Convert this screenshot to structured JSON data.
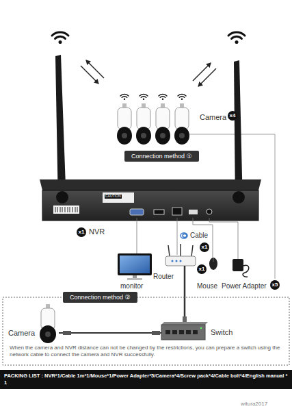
{
  "diagram": {
    "nodes": [
      {
        "text": [
          "Connection method ①"
        ]
      },
      {
        "text": [
          "Connection method ②"
        ]
      },
      {
        "text": [
          "PACKING LIST : NVR*1/Cable 1m*1/Mouse*1/Power Adapter*5/Camera*4/Screw pack*4/Cable bolt*4/English manual * 1"
        ]
      }
    ],
    "labels": [
      "Camera",
      "x4",
      "x1",
      "NVR",
      "Cable",
      "x1",
      "monitor",
      "Router",
      "x1",
      "Mouse",
      "Power Adapter",
      "x5",
      "Camera",
      "Switch",
      "When the camera and NVR distance can not be changed by the restrictions, you can prepare a switch using the network cable to connect the camera and NVR successfully.",
      "CAUTION",
      "witura2017"
    ]
  }
}
